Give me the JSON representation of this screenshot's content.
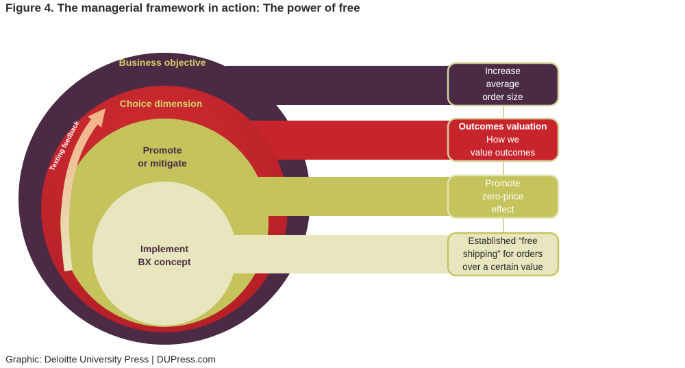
{
  "title": "Figure 4. The managerial framework in action: The power of free",
  "credit": "Graphic: Deloitte University Press  |  DUPress.com",
  "colors": {
    "business": "#4a2a44",
    "choice": "#c8242b",
    "promote": "#c4c35c",
    "implement": "#e8e6bf",
    "feedback_arrow": "#f0c8a8",
    "label_gold": "#d4cf6a"
  },
  "layers": {
    "business": {
      "label": "Business objective"
    },
    "choice": {
      "label": "Choice dimension"
    },
    "promote": {
      "label_line1": "Promote",
      "label_line2": "or mitigate"
    },
    "implement": {
      "label_line1": "Implement",
      "label_line2": "BX concept"
    }
  },
  "feedback": {
    "label": "Testing feedback"
  },
  "boxes": {
    "business": {
      "line1": "Increase",
      "line2": "average",
      "line3": "order size"
    },
    "choice": {
      "line1": "Outcomes valuation",
      "line2": "How we",
      "line3": "value outcomes"
    },
    "promote": {
      "line1": "Promote",
      "line2": "zero-price",
      "line3": "effect"
    },
    "implement": {
      "line1": "Established “free",
      "line2": "shipping” for orders",
      "line3": "over a certain value"
    }
  }
}
